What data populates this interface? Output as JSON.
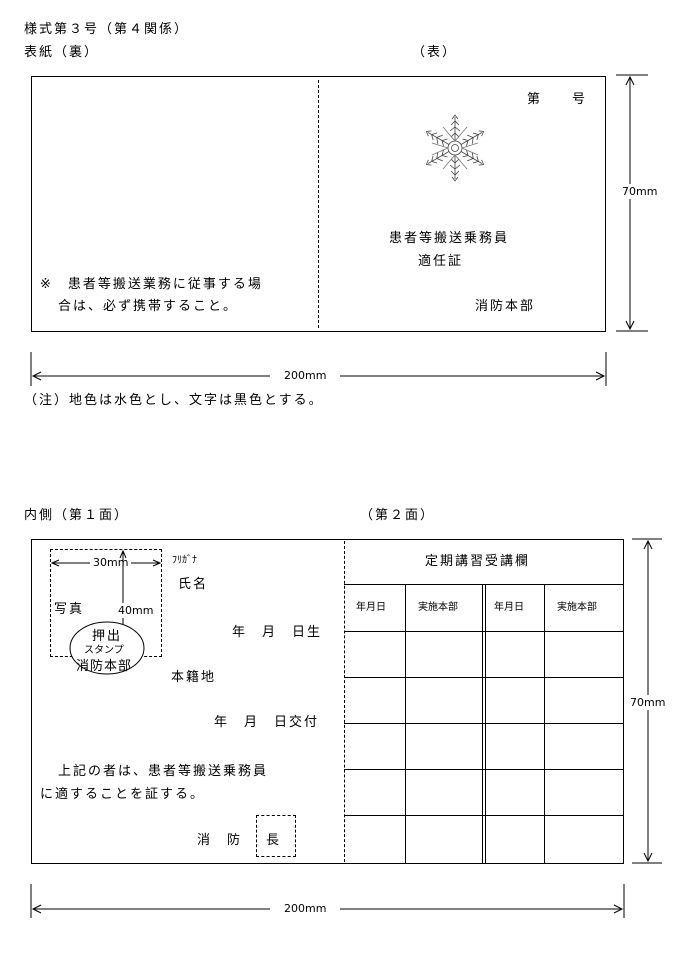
{
  "header": {
    "form_number": "様式第３号（第４関係）",
    "cover_back_label": "表紙（裏）",
    "cover_front_label": "（表）"
  },
  "cover": {
    "number_label": "第　　号",
    "seal_icon": "fire-department-emblem",
    "title_line1": "患者等搬送乗務員",
    "title_line2": "適任証",
    "issuer": "消防本部",
    "notice_line1": "※　患者等搬送業務に従事する場",
    "notice_line2": "合は、必ず携帯すること。",
    "height_label": "70mm",
    "width_label": "200mm"
  },
  "note": "（注）地色は水色とし、文字は黒色とする。",
  "inner": {
    "page1_label": "内側（第１面）",
    "page2_label": "（第２面）",
    "photo": {
      "width_label": "30mm",
      "height_label": "40mm",
      "photo_label": "写真",
      "stamp_line1": "押出",
      "stamp_line2": "スタンプ",
      "stamp_line3": "消防本部"
    },
    "furigana": "ﾌﾘｶﾞﾅ",
    "name": "氏名",
    "birth": "年　月　日生",
    "domicile": "本籍地",
    "issued": "年　月　日交付",
    "certify_line1": "上記の者は、患者等搬送乗務員",
    "certify_line2": "に適することを証する。",
    "chief_prefix": "消　防",
    "chief_seal": "長",
    "table": {
      "title": "定期講習受講欄",
      "headers": [
        "年月日",
        "実施本部",
        "年月日",
        "実施本部"
      ]
    },
    "height_label": "70mm",
    "width_label": "200mm"
  }
}
